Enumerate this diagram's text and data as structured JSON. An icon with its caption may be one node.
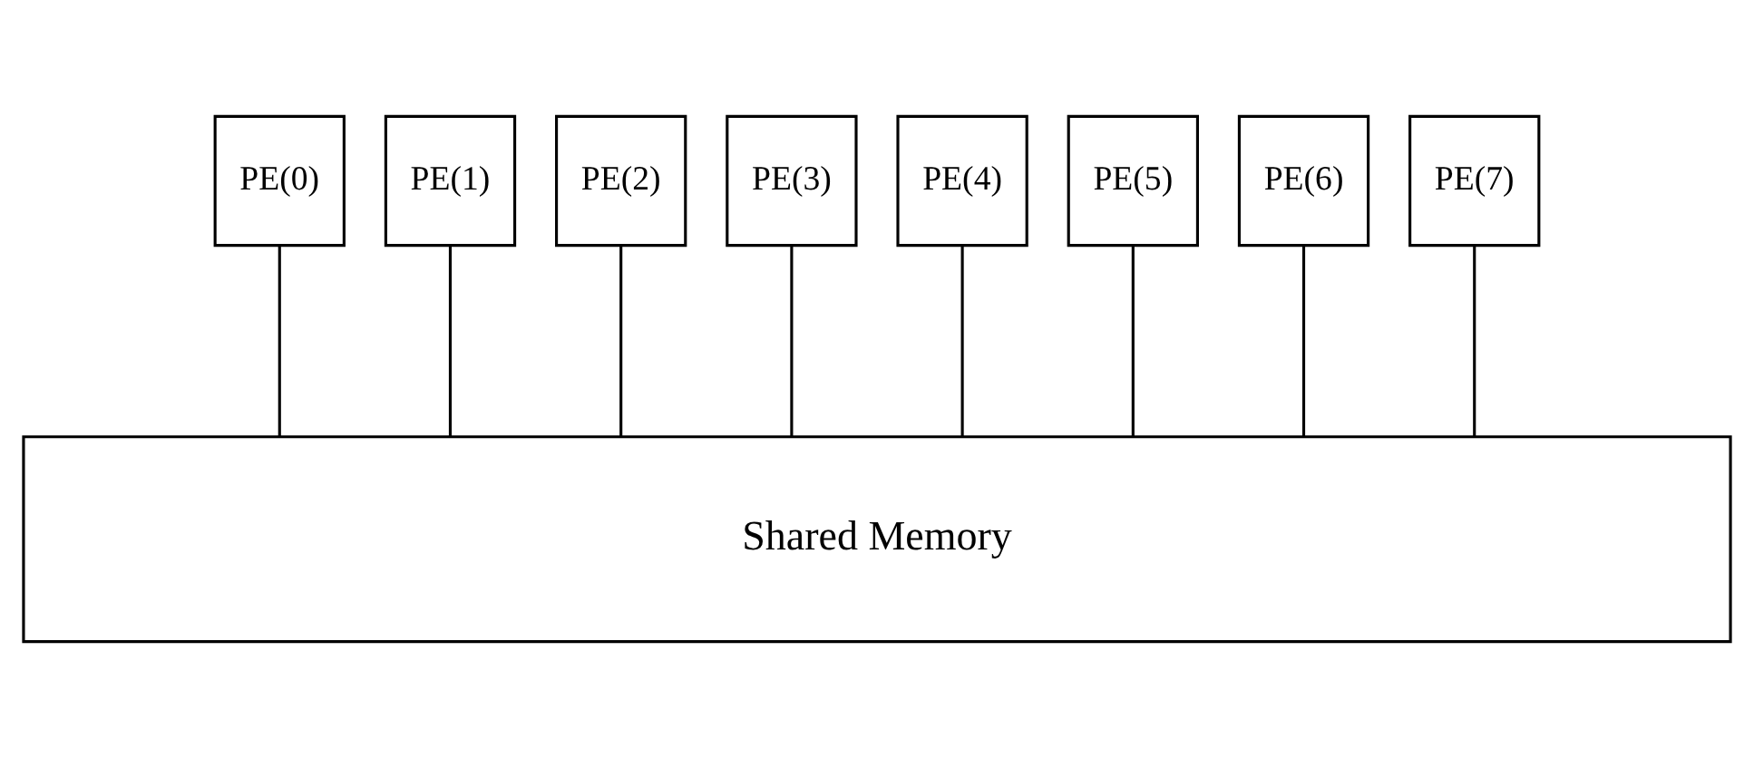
{
  "diagram": {
    "nodes": [
      {
        "text": [
          "PE(0)"
        ]
      },
      {
        "text": [
          "PE(1)"
        ]
      },
      {
        "text": [
          "PE(2)"
        ]
      },
      {
        "text": [
          "PE(3)"
        ]
      },
      {
        "text": [
          "PE(4)"
        ]
      },
      {
        "text": [
          "PE(5)"
        ]
      },
      {
        "text": [
          "PE(6)"
        ]
      },
      {
        "text": [
          "PE(7)"
        ]
      },
      {
        "text": [
          "Shared Memory"
        ]
      }
    ],
    "edges": [
      {
        "from": 0,
        "to": 8,
        "arrow": "none"
      },
      {
        "from": 1,
        "to": 8,
        "arrow": "none"
      },
      {
        "from": 2,
        "to": 8,
        "arrow": "none"
      },
      {
        "from": 3,
        "to": 8,
        "arrow": "none"
      },
      {
        "from": 4,
        "to": 8,
        "arrow": "none"
      },
      {
        "from": 5,
        "to": 8,
        "arrow": "none"
      },
      {
        "from": 6,
        "to": 8,
        "arrow": "none"
      },
      {
        "from": 7,
        "to": 8,
        "arrow": "none"
      }
    ]
  }
}
